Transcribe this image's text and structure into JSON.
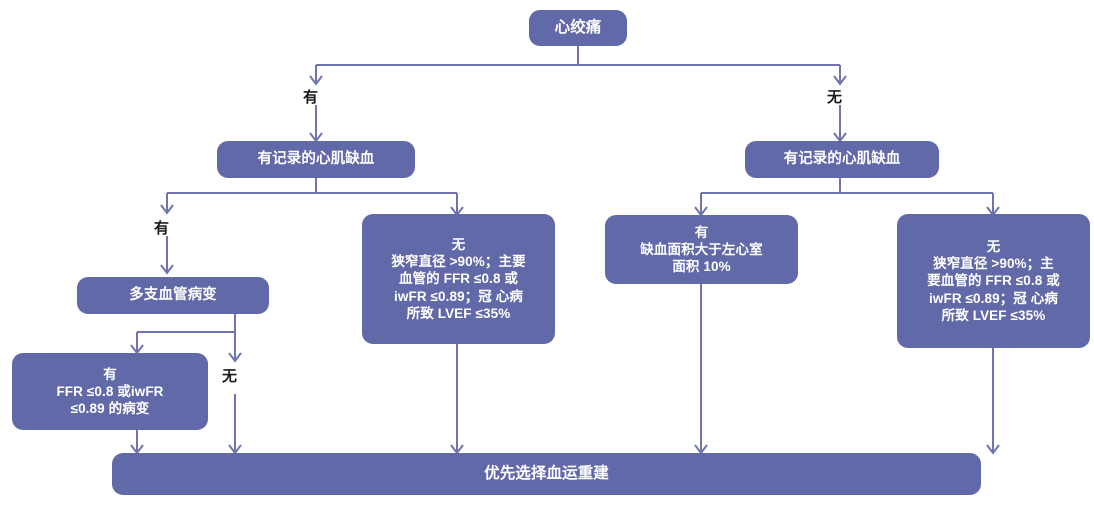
{
  "diagram": {
    "title_node": {
      "label": "心绞痛"
    },
    "nodes": [
      {
        "id": "angina",
        "label": "心绞痛"
      },
      {
        "id": "ischemia-left",
        "label": "有记录的心肌缺血"
      },
      {
        "id": "ischemia-right",
        "label": "有记录的心肌缺血"
      },
      {
        "id": "no-left",
        "label": "无\n狭窄直径 >90%；主要\n血管的 FFR ≤0.8 或\niwFR ≤0.89；冠 心病\n所致 LVEF ≤35%"
      },
      {
        "id": "yes-middle",
        "label": "有\n缺血面积大于左心室\n面积 10%"
      },
      {
        "id": "no-right",
        "label": "无\n狭窄直径 >90%；主\n要血管的 FFR ≤0.8 或\niwFR ≤0.89；冠 心病\n所致 LVEF ≤35%"
      },
      {
        "id": "multivessel",
        "label": "多支血管病变"
      },
      {
        "id": "yes-ffr",
        "label": "有\nFFR ≤0.8 或iwFR\n≤0.89 的病变"
      },
      {
        "id": "outcome",
        "label": "优先选择血运重建"
      }
    ],
    "edge_labels": [
      {
        "id": "angina-yes",
        "label": "有"
      },
      {
        "id": "angina-no",
        "label": "无"
      },
      {
        "id": "ischemia-l-yes",
        "label": "有"
      },
      {
        "id": "multivessel-no",
        "label": "无"
      }
    ],
    "colors": {
      "node_fill": "#6269A8",
      "node_text": "#ffffff",
      "connector": "#6F74AE",
      "label_text": "#1a1a1a",
      "background": "#ffffff"
    }
  }
}
